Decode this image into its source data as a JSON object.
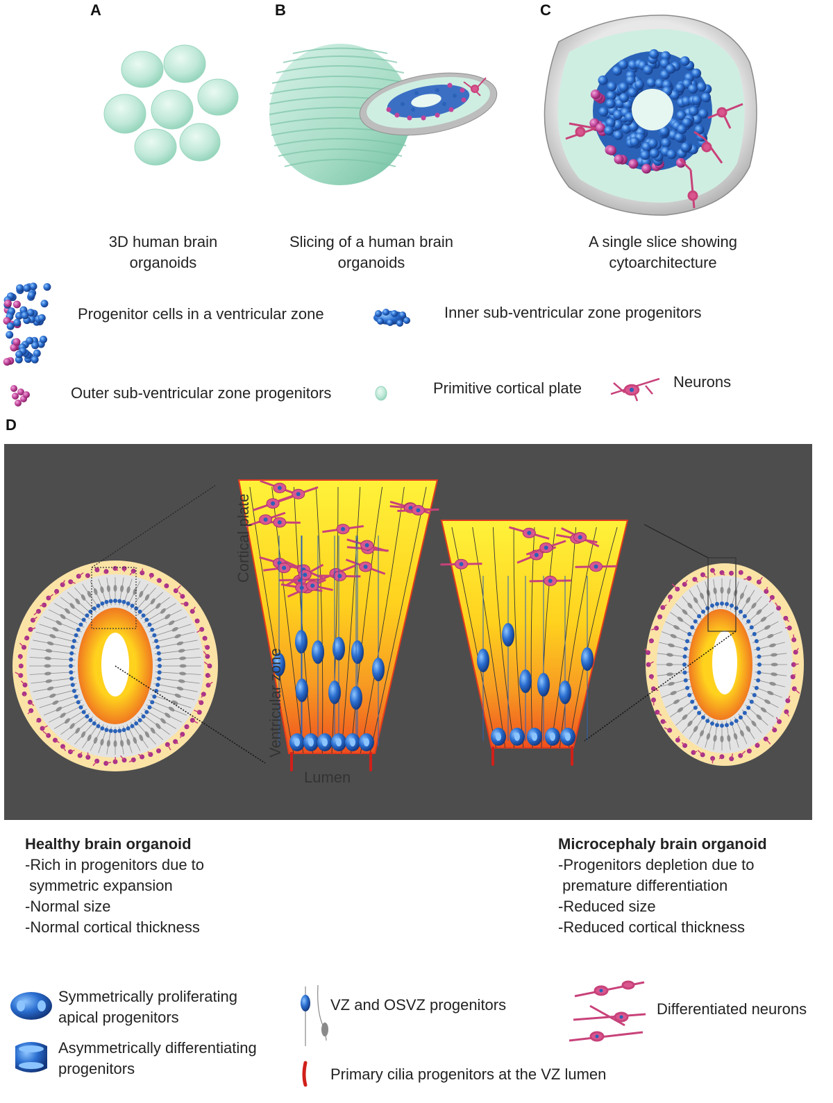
{
  "panels": {
    "a": {
      "letter": "A",
      "caption_line1": "3D human brain",
      "caption_line2": "organoids"
    },
    "b": {
      "letter": "B",
      "caption_line1": "Slicing of a human brain",
      "caption_line2": "organoids"
    },
    "c": {
      "letter": "C",
      "caption_line1": "A single slice showing",
      "caption_line2": "cytoarchitecture"
    },
    "d": {
      "letter": "D"
    }
  },
  "legend_top": {
    "progenitor_vz": "Progenitor cells in a ventricular zone",
    "inner_svz": "Inner sub-ventricular zone progenitors",
    "outer_svz": "Outer sub-ventricular zone progenitors",
    "cortical_plate": "Primitive cortical plate",
    "neurons": "Neurons"
  },
  "panel_d_labels": {
    "cortical_plate": "Cortical plate",
    "ventricular_zone": "Ventricular zone",
    "lumen": "Lumen"
  },
  "healthy": {
    "title": "Healthy brain organoid",
    "lines": [
      "-Rich in progenitors due to",
      " symmetric expansion",
      "-Normal size",
      "-Normal cortical thickness"
    ]
  },
  "microcephaly": {
    "title": "Microcephaly brain organoid",
    "lines": [
      "-Progenitors depletion due to",
      " premature differentiation",
      "-Reduced size",
      "-Reduced cortical thickness"
    ]
  },
  "legend_bottom": {
    "sym_line1": "Symmetrically proliferating",
    "sym_line2": "apical progenitors",
    "asym_line1": "Asymmetrically differentiating",
    "asym_line2": "progenitors",
    "vz_osvz": "VZ and OSVZ progenitors",
    "cilia": "Primary cilia progenitors at the VZ lumen",
    "diff_neurons": "Differentiated neurons"
  },
  "colors": {
    "organoid_green": "#bfe8d8",
    "progenitor_blue": "#2a62b8",
    "outer_magenta": "#b23a8a",
    "neuron_pink": "#c8427a",
    "panel_bg": "#4d4d4d",
    "gradient_top": "#ffee33",
    "gradient_bottom": "#f05a1e"
  }
}
